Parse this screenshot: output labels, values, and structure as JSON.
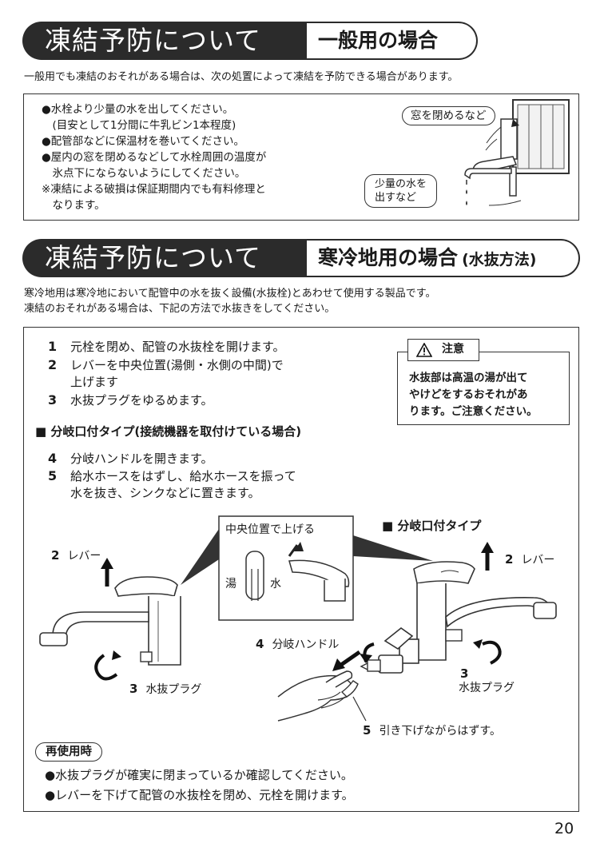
{
  "section1": {
    "title_main": "凍結予防について",
    "title_sub": "一般用の場合",
    "intro": "一般用でも凍結のおそれがある場合は、次の処置によって凍結を予防できる場合があります。",
    "bullets": [
      "●水栓より少量の水を出してください。",
      "　(目安として1分間に牛乳ビン1本程度)",
      "●配管部などに保温材を巻いてください。",
      "●屋内の窓を閉めるなどして水栓周囲の温度が",
      "　氷点下にならないようにしてください。",
      "※凍結による破損は保証期間内でも有料修理と",
      "　なります。"
    ],
    "callout_window": "窓を閉めるなど",
    "callout_water_1": "少量の水を",
    "callout_water_2": "出すなど"
  },
  "section2": {
    "title_main": "凍結予防について",
    "title_sub": "寒冷地用の場合",
    "title_sub_paren": "(水抜方法)",
    "intro_1": "寒冷地用は寒冷地において配管中の水を抜く設備(水抜栓)とあわせて使用する製品です。",
    "intro_2": "凍結のおそれがある場合は、下記の方法で水抜きをしてください。",
    "steps": [
      {
        "num": "1",
        "text": "元栓を閉め、配管の水抜栓を開けます。"
      },
      {
        "num": "2",
        "text": "レバーを中央位置(湯側・水側の中間)で"
      },
      {
        "num": "",
        "text": "上げます"
      },
      {
        "num": "3",
        "text": "水抜プラグをゆるめます。"
      }
    ],
    "subhead": "■ 分岐口付タイプ(接続機器を取付けている場合)",
    "steps2": [
      {
        "num": "4",
        "text": "分岐ハンドルを開きます。"
      },
      {
        "num": "5",
        "text": "給水ホースをはずし、給水ホースを振って"
      },
      {
        "num": "",
        "text": "水を抜き、シンクなどに置きます。"
      }
    ],
    "caution": {
      "label": "注意",
      "lines": [
        "水抜部は高温の湯が出て",
        "やけどをするおそれがあ",
        "ります。ご注意ください。"
      ]
    },
    "figure": {
      "inset_title": "中央位置で上げる",
      "hot": "湯",
      "cold": "水",
      "type_label": "■ 分岐口付タイプ",
      "left_lever_num": "2",
      "left_lever": "レバー",
      "right_lever_num": "2",
      "right_lever": "レバー",
      "left_plug_num": "3",
      "left_plug": "水抜プラグ",
      "right_plug_num": "3",
      "right_plug": "水抜プラグ",
      "handle_num": "4",
      "handle": "分岐ハンドル",
      "pull_num": "5",
      "pull": "引き下げながらはずす。"
    },
    "reuse_label": "再使用時",
    "reuse_lines": [
      "●水抜プラグが確実に閉まっているか確認してください。",
      "●レバーを下げて配管の水抜栓を閉め、元栓を開けます。"
    ]
  },
  "page_number": "20"
}
